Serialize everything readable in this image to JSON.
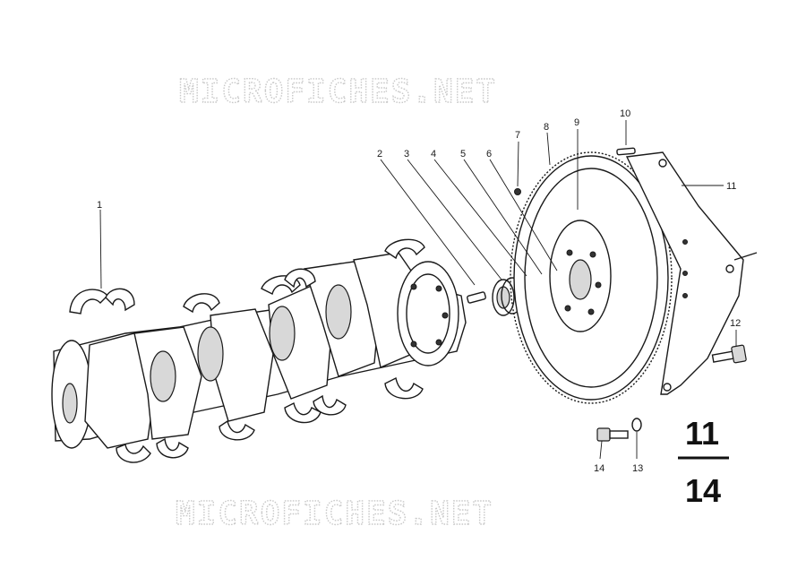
{
  "diagram": {
    "watermark_top": "MICROFICHES.NET",
    "watermark_bottom": "MICROFICHES.NET",
    "section_main": "11",
    "section_sub": "14",
    "callouts": [
      "1",
      "2",
      "3",
      "4",
      "5",
      "6",
      "7",
      "8",
      "9",
      "10",
      "11",
      "12",
      "13",
      "14"
    ]
  }
}
